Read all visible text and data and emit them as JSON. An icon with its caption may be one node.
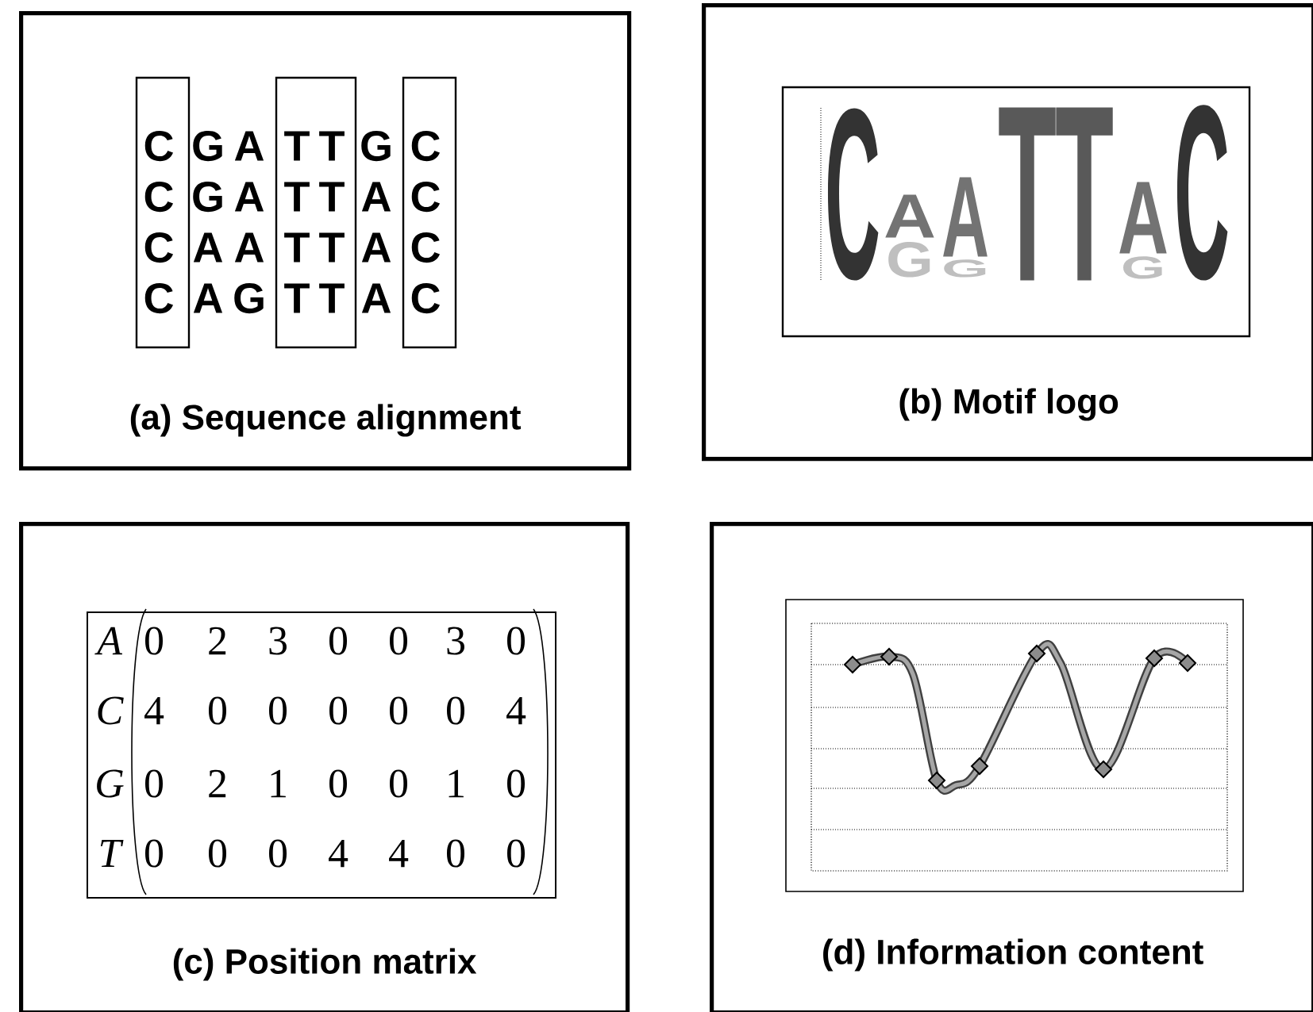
{
  "diagram": {
    "nodes": [
      {
        "text": [
          "(a) Sequence alignment"
        ]
      },
      {
        "text": [
          "(b) Motif logo"
        ]
      },
      {
        "text": [
          "(c) Position matrix"
        ]
      },
      {
        "text": [
          "(d) Information content"
        ]
      }
    ],
    "labels": [
      "C",
      "G",
      "A",
      "T",
      "T",
      "G",
      "C",
      "C",
      "G",
      "A",
      "T",
      "T",
      "A",
      "C",
      "C",
      "A",
      "A",
      "T",
      "T",
      "A",
      "C",
      "C",
      "A",
      "G",
      "T",
      "T",
      "A",
      "C",
      "C",
      "A",
      "G",
      "A",
      "G",
      "T",
      "T",
      "A",
      "G",
      "C",
      "A",
      "0",
      "2",
      "3",
      "0",
      "0",
      "3",
      "0",
      "C",
      "4",
      "0",
      "0",
      "0",
      "0",
      "0",
      "4",
      "G",
      "0",
      "2",
      "1",
      "0",
      "0",
      "1",
      "0",
      "T",
      "0",
      "0",
      "0",
      "4",
      "4",
      "0",
      "0"
    ]
  }
}
